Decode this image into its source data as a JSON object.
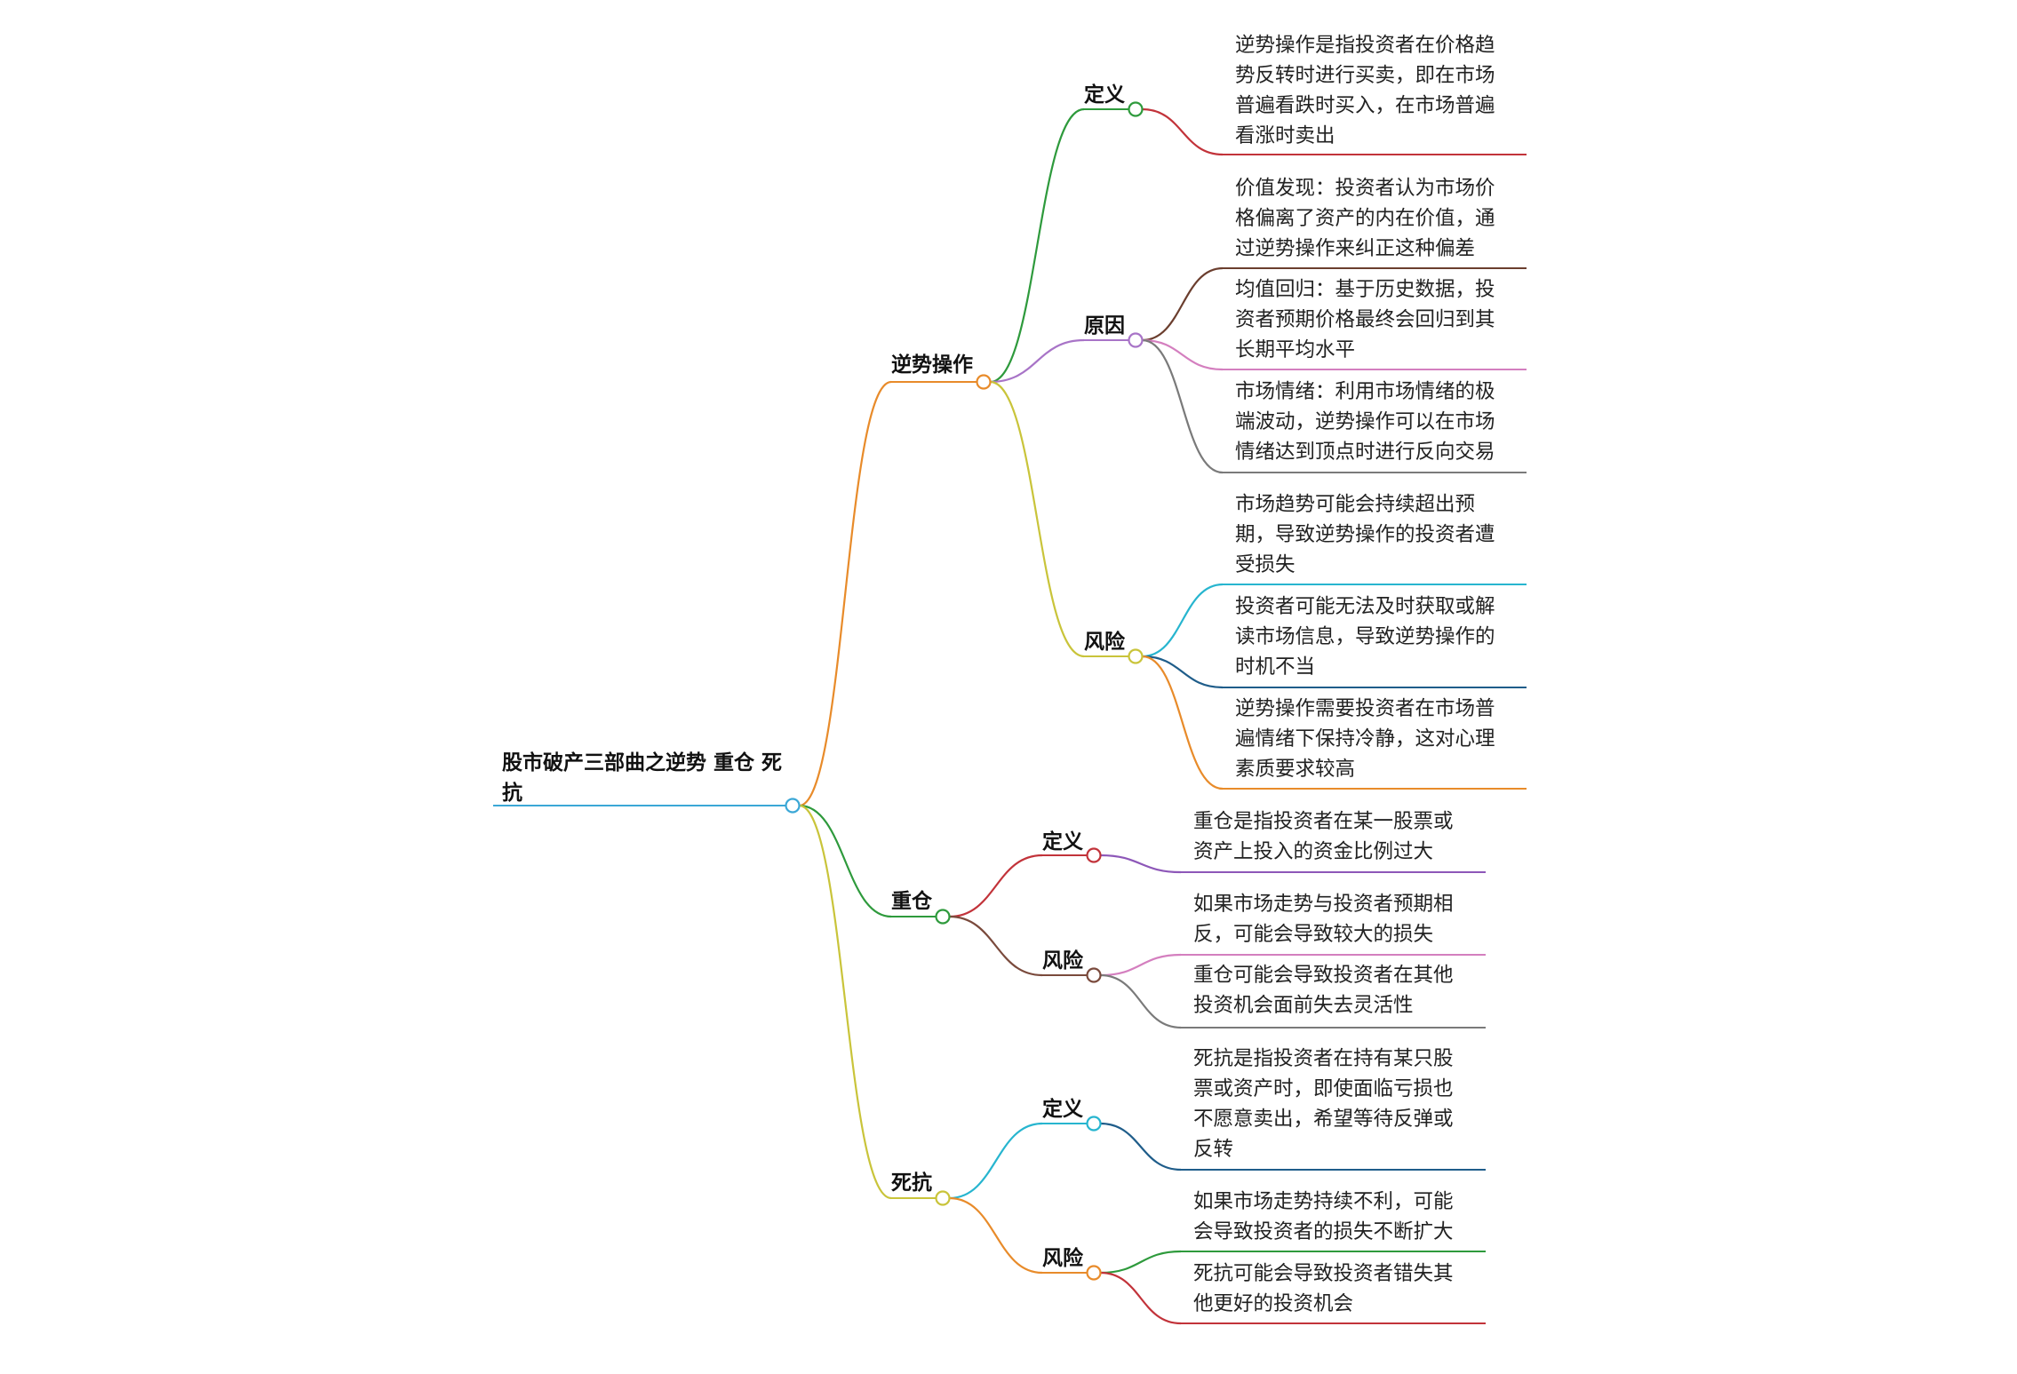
{
  "root": {
    "lines": [
      "股市破产三部曲之逆势 重仓 死",
      "抗"
    ],
    "color": "#3ba7d6"
  },
  "branches": [
    {
      "label": "逆势操作",
      "color": "#e88b2a",
      "children": [
        {
          "label": "定义",
          "color": "#2e9a3c",
          "leaves": [
            {
              "lines": [
                "逆势操作是指投资者在价格趋",
                "势反转时进行买卖，即在市场",
                "普遍看跌时买入，在市场普遍",
                "看涨时卖出"
              ],
              "color": "#c2333a"
            }
          ]
        },
        {
          "label": "原因",
          "color": "#a874c7",
          "leaves": [
            {
              "lines": [
                "价值发现：投资者认为市场价",
                "格偏离了资产的内在价值，通",
                "过逆势操作来纠正这种偏差"
              ],
              "color": "#6b3e2e"
            },
            {
              "lines": [
                "均值回归：基于历史数据，投",
                "资者预期价格最终会回归到其",
                "长期平均水平"
              ],
              "color": "#d47fbf"
            },
            {
              "lines": [
                "市场情绪：利用市场情绪的极",
                "端波动，逆势操作可以在市场",
                "情绪达到顶点时进行反向交易"
              ],
              "color": "#7a7a7a"
            }
          ]
        },
        {
          "label": "风险",
          "color": "#c9c43a",
          "leaves": [
            {
              "lines": [
                "市场趋势可能会持续超出预",
                "期，导致逆势操作的投资者遭",
                "受损失"
              ],
              "color": "#27b5cf"
            },
            {
              "lines": [
                "投资者可能无法及时获取或解",
                "读市场信息，导致逆势操作的",
                "时机不当"
              ],
              "color": "#1f5d8a"
            },
            {
              "lines": [
                "逆势操作需要投资者在市场普",
                "遍情绪下保持冷静，这对心理",
                "素质要求较高"
              ],
              "color": "#e88b2a"
            }
          ]
        }
      ]
    },
    {
      "label": "重仓",
      "color": "#2e9a3c",
      "children": [
        {
          "label": "定义",
          "color": "#c2333a",
          "leaves": [
            {
              "lines": [
                "重仓是指投资者在某一股票或",
                "资产上投入的资金比例过大"
              ],
              "color": "#8d57b8"
            }
          ]
        },
        {
          "label": "风险",
          "color": "#7a4a3c",
          "leaves": [
            {
              "lines": [
                "如果市场走势与投资者预期相",
                "反，可能会导致较大的损失"
              ],
              "color": "#d47fbf"
            },
            {
              "lines": [
                "重仓可能会导致投资者在其他",
                "投资机会面前失去灵活性"
              ],
              "color": "#7a7a7a"
            }
          ]
        }
      ]
    },
    {
      "label": "死抗",
      "color": "#c9c43a",
      "children": [
        {
          "label": "定义",
          "color": "#27b5cf",
          "leaves": [
            {
              "lines": [
                "死抗是指投资者在持有某只股",
                "票或资产时，即使面临亏损也",
                "不愿意卖出，希望等待反弹或",
                "反转"
              ],
              "color": "#1f5d8a"
            }
          ]
        },
        {
          "label": "风险",
          "color": "#e88b2a",
          "leaves": [
            {
              "lines": [
                "如果市场走势持续不利，可能",
                "会导致投资者的损失不断扩大"
              ],
              "color": "#2e9a3c"
            },
            {
              "lines": [
                "死抗可能会导致投资者错失其",
                "他更好的投资机会"
              ],
              "color": "#c2333a"
            }
          ]
        }
      ]
    }
  ]
}
